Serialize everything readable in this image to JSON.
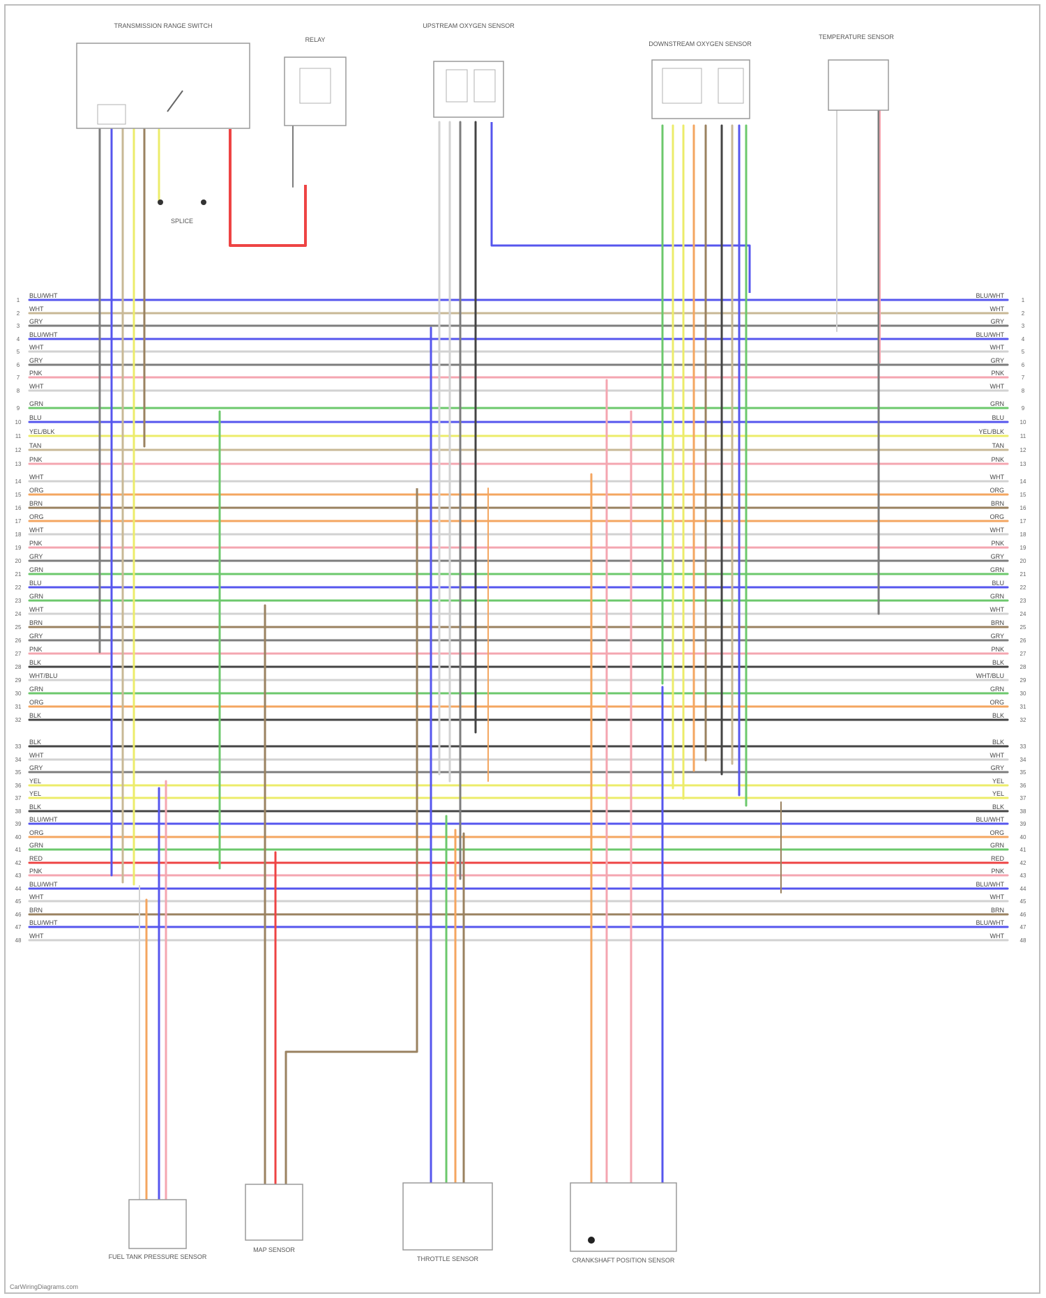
{
  "diagram": {
    "credit": "CarWiringDiagrams.com",
    "colors": {
      "BLU": "#5656ee",
      "GRY": "#7d7d7d",
      "WHT": "#d2d2d2",
      "YEL": "#ecec6a",
      "GRN": "#6cc86c",
      "ORG": "#f4a660",
      "PNK": "#f4a6b0",
      "RED": "#ee4444",
      "TAN": "#c8b896",
      "BRN": "#9a8260",
      "BLK": "#444444",
      "VIO": "#b48ce6"
    },
    "top_components": [
      {
        "id": "tcm-switch",
        "title": "TRANSMISSION RANGE SWITCH"
      },
      {
        "id": "relay",
        "title": "RELAY"
      },
      {
        "id": "upstream-o2",
        "title": "UPSTREAM OXYGEN SENSOR"
      },
      {
        "id": "downstream-o2",
        "title": "DOWNSTREAM OXYGEN SENSOR"
      },
      {
        "id": "ect-sensor",
        "title": "TEMPERATURE SENSOR"
      }
    ],
    "bottom_components": [
      {
        "id": "fuel-tank-sensor",
        "title": "FUEL TANK PRESSURE SENSOR"
      },
      {
        "id": "map-sensor",
        "title": "MAP SENSOR"
      },
      {
        "id": "throttle-sensor",
        "title": "THROTTLE SENSOR"
      },
      {
        "id": "ckp-sensor",
        "title": "CRANKSHAFT POSITION SENSOR"
      }
    ],
    "splice_label": "SPLICE",
    "left_pins": [
      "1",
      "2",
      "3",
      "4",
      "5",
      "6",
      "7",
      "8",
      "9",
      "10",
      "11",
      "12",
      "13",
      "14",
      "15",
      "16",
      "17",
      "18",
      "19",
      "20",
      "21",
      "22",
      "23",
      "24",
      "25",
      "26",
      "27",
      "28",
      "29",
      "30",
      "31",
      "32",
      "33",
      "34",
      "35",
      "36",
      "37",
      "38",
      "39",
      "40",
      "41",
      "42",
      "43",
      "44",
      "45",
      "46",
      "47",
      "48"
    ],
    "right_pins": [
      "1",
      "2",
      "3",
      "4",
      "5",
      "6",
      "7",
      "8",
      "9",
      "10",
      "11",
      "12",
      "13",
      "14",
      "15",
      "16",
      "17",
      "18",
      "19",
      "20",
      "21",
      "22",
      "23",
      "24",
      "25",
      "26",
      "27",
      "28",
      "29",
      "30",
      "31",
      "32",
      "33",
      "34",
      "35",
      "36",
      "37",
      "38",
      "39",
      "40",
      "41",
      "42",
      "43",
      "44",
      "45",
      "46",
      "47",
      "48"
    ],
    "bus_groups": [
      {
        "wires": [
          [
            "BLU",
            "BLU/WHT"
          ],
          [
            "TAN",
            "WHT"
          ],
          [
            "GRY",
            "GRY"
          ],
          [
            "BLU",
            "BLU/WHT"
          ],
          [
            "WHT",
            "WHT"
          ],
          [
            "GRY",
            "GRY"
          ],
          [
            "PNK",
            "PNK"
          ],
          [
            "WHT",
            "WHT"
          ]
        ]
      },
      {
        "wires": [
          [
            "GRN",
            "GRN"
          ],
          [
            "BLU",
            "BLU"
          ],
          [
            "YEL",
            "YEL/BLK"
          ],
          [
            "TAN",
            "TAN"
          ],
          [
            "PNK",
            "PNK"
          ]
        ]
      },
      {
        "wires": [
          [
            "WHT",
            "WHT"
          ],
          [
            "ORG",
            "ORG"
          ],
          [
            "BRN",
            "BRN"
          ],
          [
            "ORG",
            "ORG"
          ],
          [
            "WHT",
            "WHT"
          ],
          [
            "PNK",
            "PNK"
          ],
          [
            "GRY",
            "GRY"
          ],
          [
            "GRN",
            "GRN"
          ],
          [
            "BLU",
            "BLU"
          ],
          [
            "GRN",
            "GRN"
          ],
          [
            "WHT",
            "WHT"
          ],
          [
            "BRN",
            "BRN"
          ],
          [
            "GRY",
            "GRY"
          ],
          [
            "PNK",
            "PNK"
          ],
          [
            "BLK",
            "BLK"
          ],
          [
            "WHT",
            "WHT/BLU"
          ],
          [
            "GRN",
            "GRN"
          ],
          [
            "ORG",
            "ORG"
          ],
          [
            "BLK",
            "BLK"
          ]
        ]
      },
      {
        "wires": [
          [
            "BLK",
            "BLK"
          ],
          [
            "WHT",
            "WHT"
          ],
          [
            "GRY",
            "GRY"
          ],
          [
            "YEL",
            "YEL"
          ],
          [
            "YEL",
            "YEL"
          ],
          [
            "BLK",
            "BLK"
          ],
          [
            "BLU",
            "BLU/WHT"
          ],
          [
            "ORG",
            "ORG"
          ],
          [
            "GRN",
            "GRN"
          ],
          [
            "RED",
            "RED"
          ],
          [
            "PNK",
            "PNK"
          ],
          [
            "BLU",
            "BLU/WHT"
          ],
          [
            "WHT",
            "WHT"
          ],
          [
            "BRN",
            "BRN"
          ],
          [
            "BLU",
            "BLU/WHT"
          ],
          [
            "WHT",
            "WHT"
          ]
        ]
      }
    ]
  }
}
